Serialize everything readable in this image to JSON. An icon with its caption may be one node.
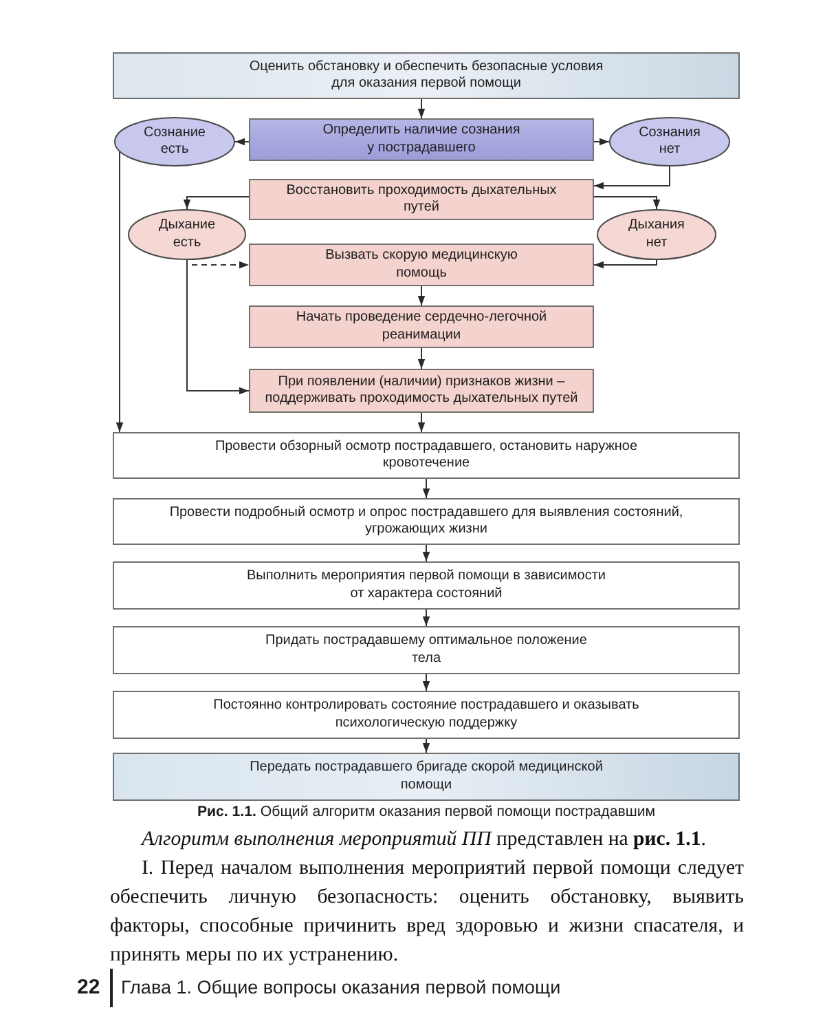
{
  "diagram": {
    "nodes": [
      {
        "text": [
          "Оценить обстановку и обеспечить безопасные условия для оказания первой помощи"
        ]
      },
      {
        "text": [
          "Определить наличие сознания у пострадавшего"
        ]
      },
      {
        "text": [
          "Сознание есть"
        ]
      },
      {
        "text": [
          "Сознания нет"
        ]
      },
      {
        "text": [
          "Восстановить проходимость дыхательных путей"
        ]
      },
      {
        "text": [
          "Дыхание есть"
        ]
      },
      {
        "text": [
          "Дыхания нет"
        ]
      },
      {
        "text": [
          "Вызвать скорую медицинскую помощь"
        ]
      },
      {
        "text": [
          "Начать проведение сердечно-легочной реанимации"
        ]
      },
      {
        "text": [
          "При появлении (наличии) признаков жизни – поддерживать проходимость дыхательных путей"
        ]
      },
      {
        "text": [
          "Провести обзорный осмотр пострадавшего, остановить наружное кровотечение"
        ]
      },
      {
        "text": [
          "Провести подробный осмотр и опрос пострадавшего для выявления состояний, угрожающих жизни"
        ]
      },
      {
        "text": [
          "Выполнить мероприятия первой помощи в зависимости от характера состояний"
        ]
      },
      {
        "text": [
          "Придать пострадавшему оптимальное положение тела"
        ]
      },
      {
        "text": [
          "Постоянно контролировать состояние пострадавшего и оказывать психологическую поддержку"
        ]
      },
      {
        "text": [
          "Передать пострадавшего бригаде скорой медицинской помощи"
        ]
      }
    ],
    "edges": [
      {
        "from": 0,
        "to": 1,
        "arrow": "to"
      },
      {
        "from": 1,
        "to": 2,
        "arrow": "to"
      },
      {
        "from": 1,
        "to": 3,
        "arrow": "to"
      },
      {
        "from": 3,
        "to": 4,
        "arrow": "to"
      },
      {
        "from": 4,
        "to": 5,
        "arrow": "to"
      },
      {
        "from": 4,
        "to": 6,
        "arrow": "to"
      },
      {
        "from": 5,
        "to": 7,
        "arrow": "to",
        "style": "dashed"
      },
      {
        "from": 5,
        "to": 9,
        "arrow": "to"
      },
      {
        "from": 6,
        "to": 7,
        "arrow": "to"
      },
      {
        "from": 7,
        "to": 8,
        "arrow": "to"
      },
      {
        "from": 8,
        "to": 9,
        "arrow": "to"
      },
      {
        "from": 9,
        "to": 10,
        "arrow": "to"
      },
      {
        "from": 2,
        "to": 10,
        "arrow": "to"
      },
      {
        "from": 10,
        "to": 11,
        "arrow": "to"
      },
      {
        "from": 11,
        "to": 12,
        "arrow": "to"
      },
      {
        "from": 12,
        "to": 13,
        "arrow": "to"
      },
      {
        "from": 13,
        "to": 14,
        "arrow": "to"
      },
      {
        "from": 14,
        "to": 15,
        "arrow": "to"
      }
    ],
    "caption": "**Рис. 1.1.** Общий алгоритм оказания первой помощи пострадавшим",
    "labels": [
      "*Алгоритм выполнения мероприятий ПП* представлен на **рис. 1.1**.",
      "I. Перед началом выполнения мероприятий первой помощи следует обеспечить личную безопасность: оценить обстановку, выявить факторы, способные причинить вред здоровью и жизни спасателя, и принять меры по их устранению.",
      "22",
      "Глава 1. Общие вопросы оказания первой помощи"
    ]
  }
}
